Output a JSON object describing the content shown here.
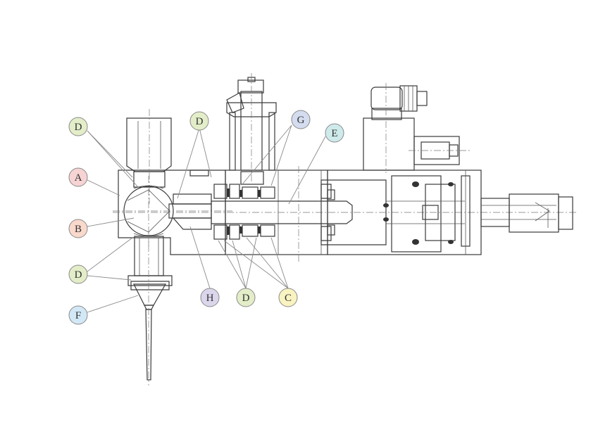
{
  "colors": {
    "A": "#f7d3d3",
    "B": "#f9d9cc",
    "C": "#f8f3c0",
    "D": "#e3edc8",
    "E": "#cfeaea",
    "F": "#d3e8f6",
    "G": "#d4dcef",
    "H": "#dcd6ec",
    "yellow_part": "#f3ec9a",
    "teal_part": "#c8e8e4",
    "lavender_part": "#ddd7f0",
    "pink_part": "#f6cfd0",
    "peach_part": "#f8d6c4",
    "blue_part": "#c9e2f4",
    "line": "#3a3a3a"
  },
  "callouts": [
    {
      "id": "callout-d-top-left",
      "label": "D",
      "color_key": "D"
    },
    {
      "id": "callout-d-top-center",
      "label": "D",
      "color_key": "D"
    },
    {
      "id": "callout-g",
      "label": "G",
      "color_key": "G"
    },
    {
      "id": "callout-e",
      "label": "E",
      "color_key": "E"
    },
    {
      "id": "callout-a",
      "label": "A",
      "color_key": "A"
    },
    {
      "id": "callout-b",
      "label": "B",
      "color_key": "B"
    },
    {
      "id": "callout-d-bottom-left",
      "label": "D",
      "color_key": "D"
    },
    {
      "id": "callout-f",
      "label": "F",
      "color_key": "F"
    },
    {
      "id": "callout-h",
      "label": "H",
      "color_key": "H"
    },
    {
      "id": "callout-d-bottom-center",
      "label": "D",
      "color_key": "D"
    },
    {
      "id": "callout-c",
      "label": "C",
      "color_key": "C"
    }
  ]
}
